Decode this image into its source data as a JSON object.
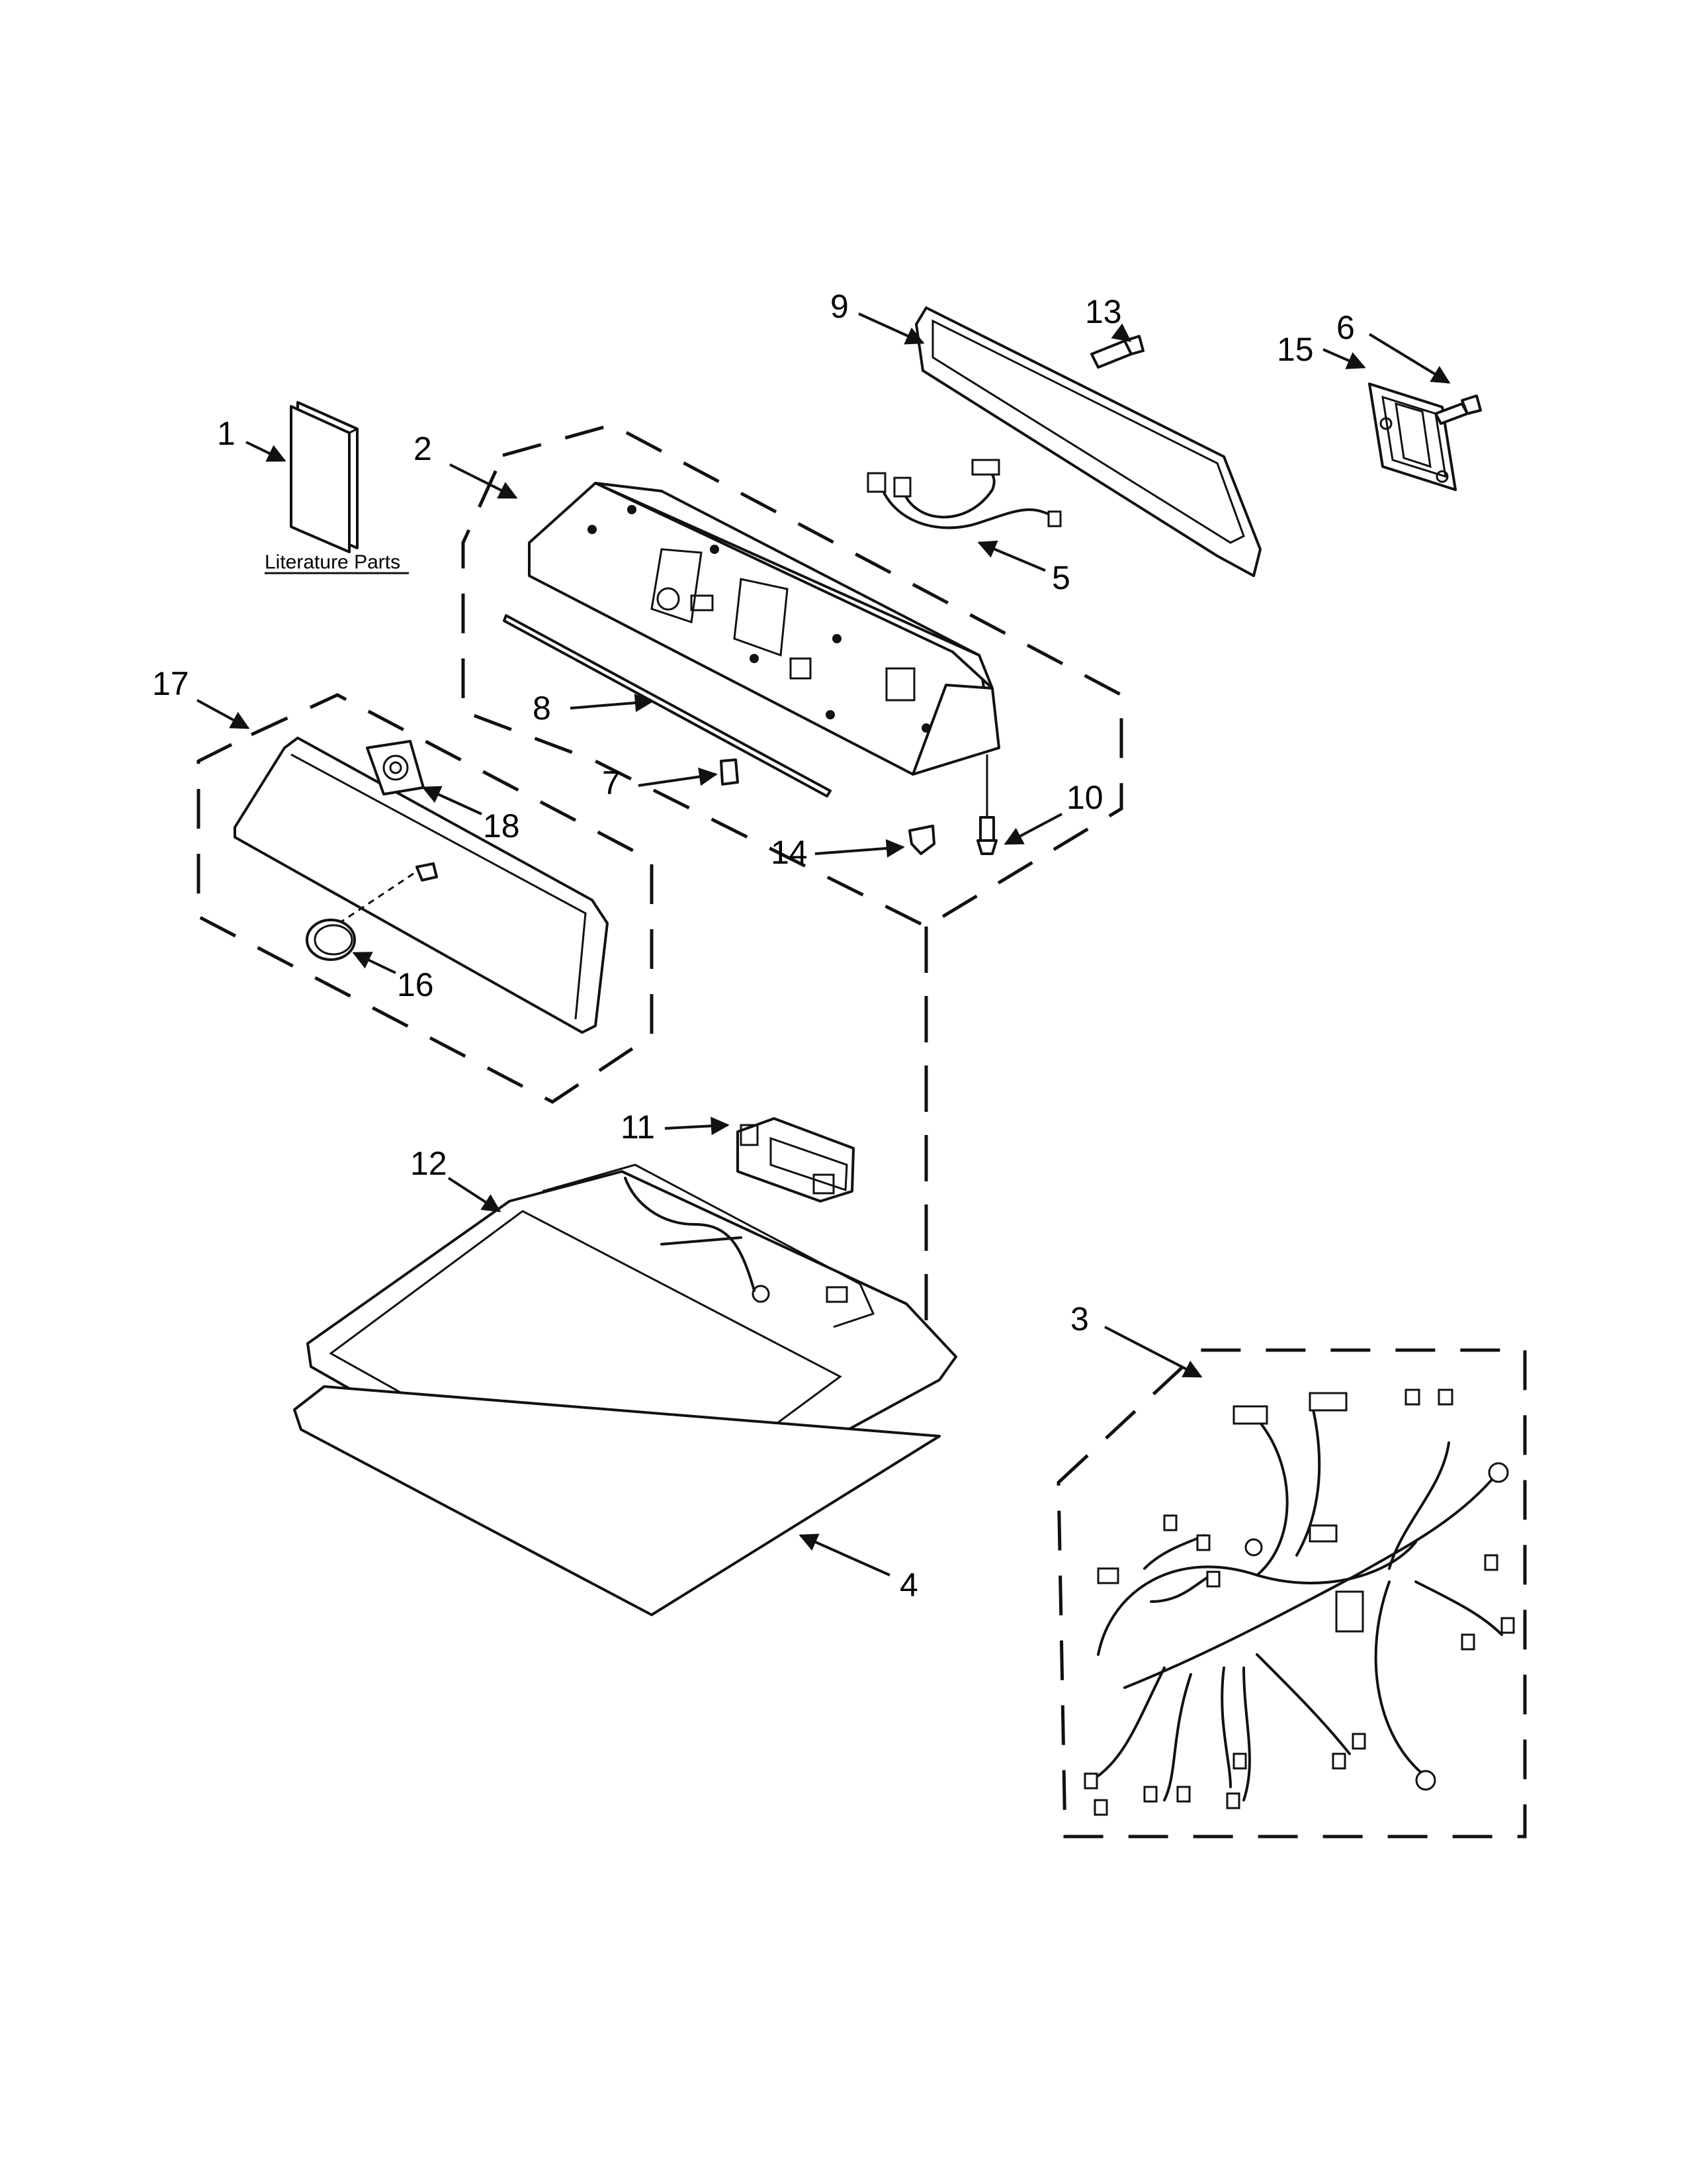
{
  "diagram": {
    "literature_label": "Literature Parts",
    "callouts": {
      "c1": "1",
      "c2": "2",
      "c3": "3",
      "c4": "4",
      "c5": "5",
      "c6": "6",
      "c7": "7",
      "c8": "8",
      "c9": "9",
      "c10": "10",
      "c11": "11",
      "c12": "12",
      "c13": "13",
      "c14": "14",
      "c15": "15",
      "c16": "16",
      "c17": "17",
      "c18": "18"
    }
  }
}
